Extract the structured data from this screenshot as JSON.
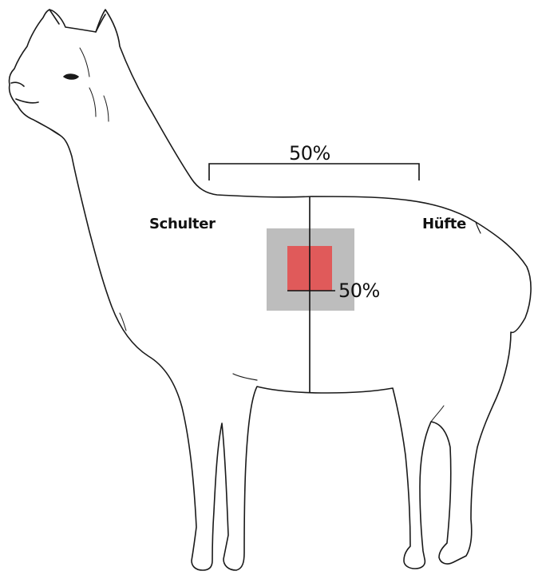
{
  "labels": {
    "width_percent": "50%",
    "shoulder": "Schulter",
    "hip": "Hüfte",
    "height_percent": "50%"
  },
  "colors": {
    "outline": "#1a1a1a",
    "sample_area_outer": "#bdbdbd",
    "sample_area_inner": "#e05a5a",
    "measure_line": "#111111"
  }
}
